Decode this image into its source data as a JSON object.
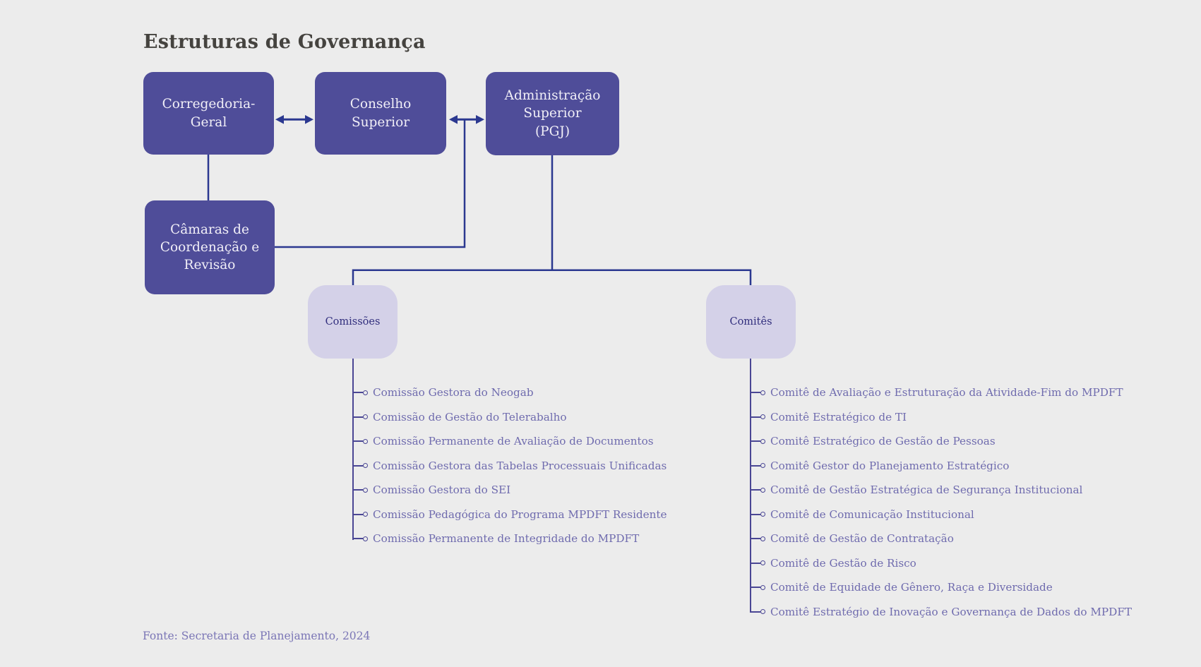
{
  "title": "Estruturas de Governança",
  "source_note": "Fonte: Secretaria de Planejamento, 2024",
  "colors": {
    "background": "#ececec",
    "dark_node_fill": "#4f4d99",
    "dark_node_text": "#f1eff7",
    "light_node_fill": "#d4d1e8",
    "light_node_text": "#312e7d",
    "connector": "#2b3890",
    "tree_line": "#4a4694",
    "list_text": "#6f6bae",
    "title_text": "#45433f"
  },
  "org": {
    "top_boxes": [
      {
        "id": "corregedoria",
        "label": "Corregedoria-Geral"
      },
      {
        "id": "conselho",
        "label": "Conselho\nSuperior"
      },
      {
        "id": "administracao",
        "label": "Administração\nSuperior\n(PGJ)"
      }
    ],
    "camaras": {
      "label": "Câmaras de\nCoordenação e\nRevisão"
    },
    "groups": [
      {
        "id": "comissoes",
        "label": "Comissões",
        "items": [
          "Comissão Gestora do Neogab",
          "Comissão de Gestão do Telerabalho",
          "Comissão Permanente de Avaliação de Documentos",
          "Comissão Gestora das Tabelas Processuais Unificadas",
          "Comissão Gestora do SEI",
          "Comissão Pedagógica do Programa MPDFT Residente",
          "Comissão Permanente de Integridade do MPDFT"
        ]
      },
      {
        "id": "comites",
        "label": "Comitês",
        "items": [
          "Comitê de Avaliação e Estruturação da Atividade-Fim do MPDFT",
          "Comitê Estratégico de TI",
          "Comitê Estratégico de Gestão de Pessoas",
          "Comitê Gestor do Planejamento Estratégico",
          "Comitê de Gestão Estratégica de Segurança Institucional",
          "Comitê de Comunicação Institucional",
          "Comitê de Gestão de Contratação",
          "Comitê de Gestão de Risco",
          "Comitê de Equidade de Gênero, Raça e Diversidade",
          "Comitê Estratégio de Inovação e Governança de Dados do MPDFT"
        ]
      }
    ]
  }
}
